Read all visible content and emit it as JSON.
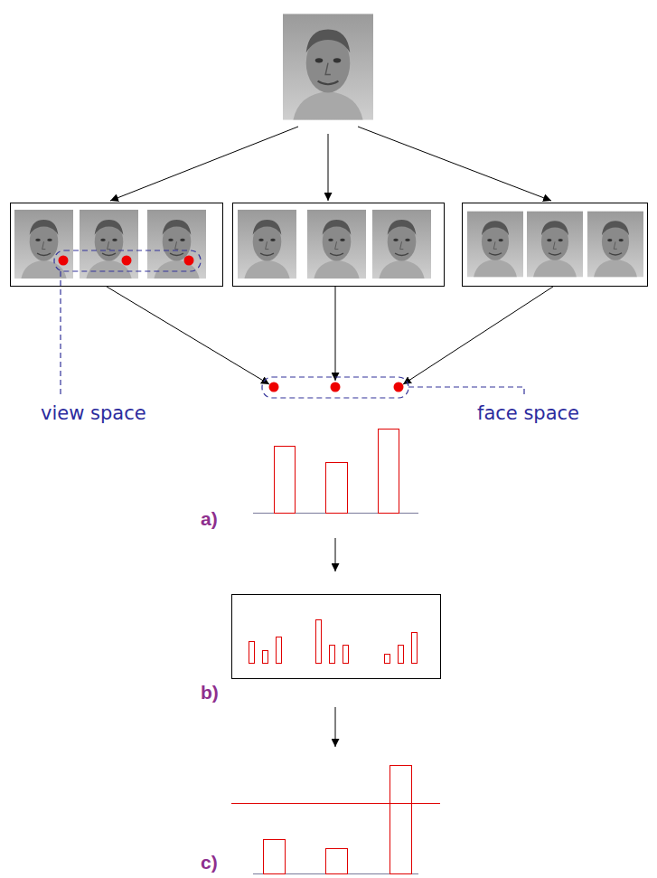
{
  "diagram": {
    "labels": [
      "view space",
      "face space",
      "a)",
      "b)",
      "c)"
    ]
  }
}
